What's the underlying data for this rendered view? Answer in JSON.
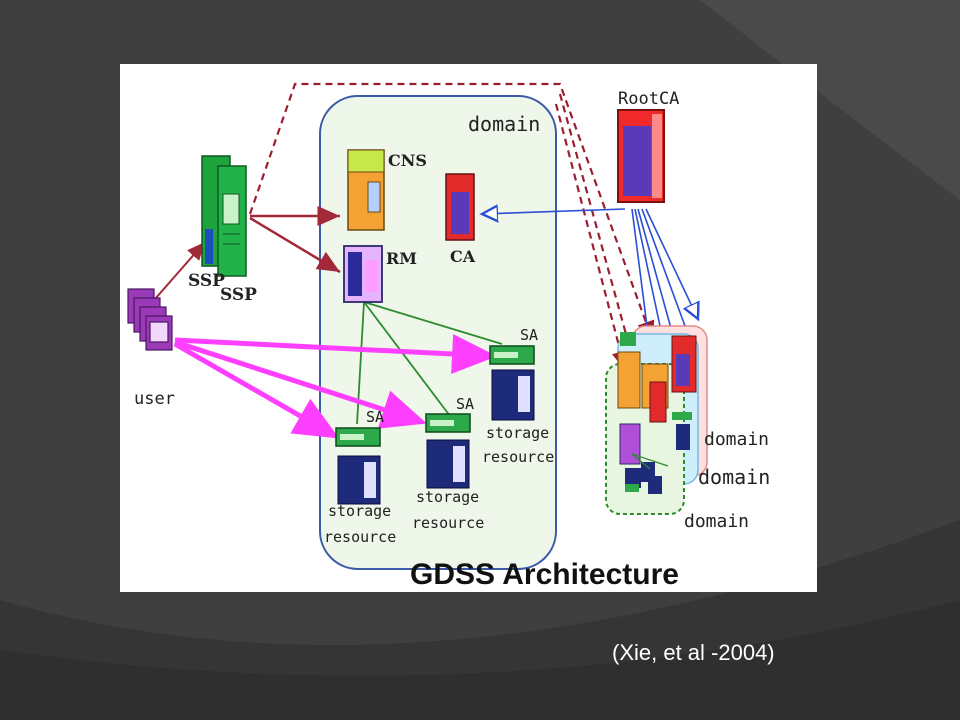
{
  "slide": {
    "citation": "(Xie, et al -2004)"
  },
  "diagram": {
    "title": "GDSS Architecture",
    "domain_labels": [
      "domain",
      "domain",
      "domain",
      "domain"
    ],
    "nodes": {
      "cns": "CNS",
      "rm": "RM",
      "ca": "CA",
      "root_ca": "RootCA",
      "ssp_1": "SSP",
      "ssp_2": "SSP",
      "user": "user",
      "sa_1": "SA",
      "sa_2": "SA",
      "sa_3": "SA"
    },
    "storage_labels": {
      "line1": "storage",
      "line2": "resource"
    },
    "colors": {
      "domain_fill": "#eef7ea",
      "domain_border": "#3b5aa8",
      "ssp_arrow": "#a3283a",
      "dashed": "#9c1f2e",
      "ca_arrow": "#2a4fd6",
      "user_arrow": "#ff3fff",
      "sa_line": "#2e8b2e",
      "cns": "#f4a233",
      "ca": "#e22b2b",
      "rm": "#b04fd8",
      "ssp": "#1fa33d",
      "storage": "#1d2b7a"
    }
  }
}
